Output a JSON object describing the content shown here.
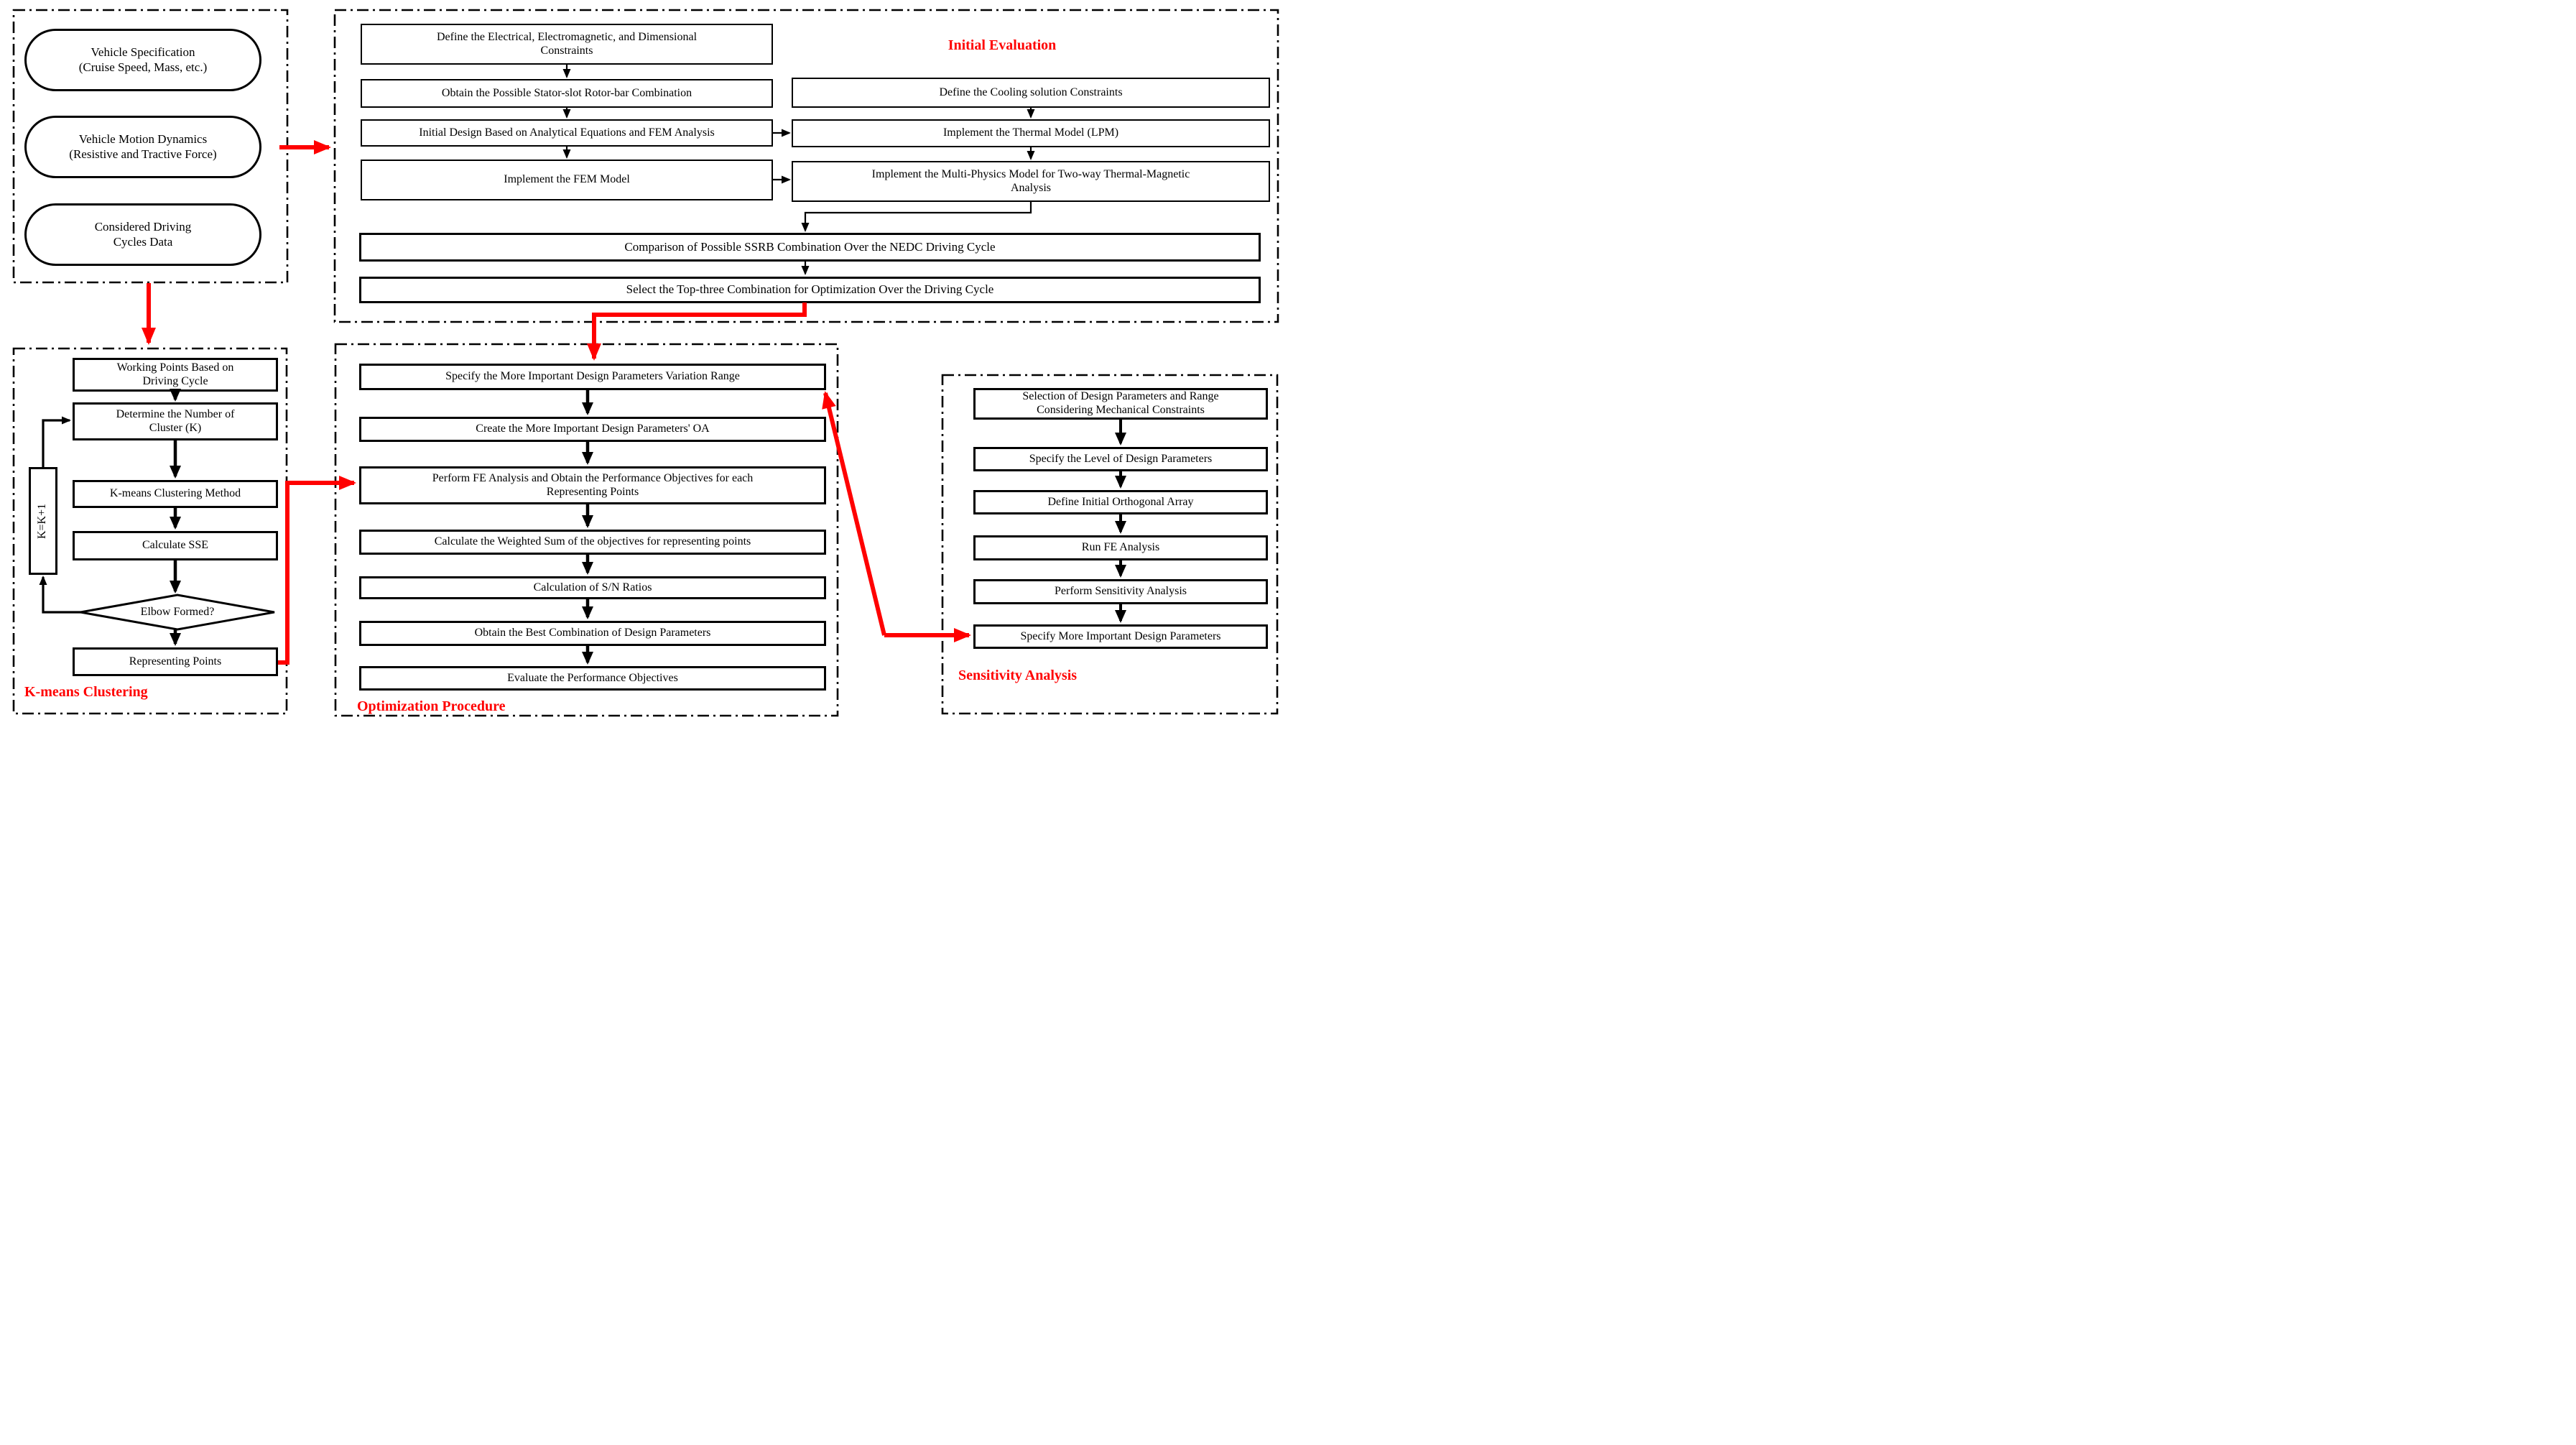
{
  "figure": {
    "type": "flowchart",
    "description": "Electric machine design workflow flowchart"
  },
  "colors": {
    "accent": "#ff0000",
    "line": "#000000",
    "background": "#ffffff"
  },
  "input_section": {
    "boxes": [
      "Vehicle Specification\n(Cruise Speed, Mass, etc.)",
      "Vehicle Motion Dynamics\n(Resistive and Tractive Force)",
      "Considered Driving\nCycles Data"
    ]
  },
  "initial_evaluation": {
    "title": "Initial Evaluation",
    "left_boxes": [
      "Define the Electrical, Electromagnetic, and Dimensional\nConstraints",
      "Obtain the Possible Stator-slot Rotor-bar Combination",
      "Initial Design Based on Analytical Equations and FEM Analysis",
      "Implement the FEM Model"
    ],
    "right_boxes": [
      "Define the Cooling solution Constraints",
      "Implement the Thermal Model (LPM)",
      "Implement the Multi-Physics Model for Two-way Thermal-Magnetic\nAnalysis"
    ],
    "wide_boxes": [
      "Comparison of Possible SSRB Combination Over the NEDC Driving Cycle",
      "Select the Top-three Combination for Optimization Over the Driving Cycle"
    ]
  },
  "kmeans": {
    "title": "K-means Clustering",
    "boxes": [
      "Working Points Based on\nDriving Cycle",
      "Determine the Number of\nCluster (K)",
      "K-means Clustering Method",
      "Calculate SSE",
      "Representing Points"
    ],
    "decision": "Elbow Formed?",
    "loop_label": "K=K+1"
  },
  "optimization": {
    "title": "Optimization Procedure",
    "boxes": [
      "Specify the More Important Design Parameters Variation Range",
      "Create the More Important Design Parameters' OA",
      "Perform FE Analysis and Obtain the Performance Objectives for each\nRepresenting Points",
      "Calculate the Weighted Sum of the objectives for representing points",
      "Calculation of S/N Ratios",
      "Obtain the Best Combination of Design Parameters",
      "Evaluate the Performance Objectives"
    ]
  },
  "sensitivity": {
    "title": "Sensitivity Analysis",
    "boxes": [
      "Selection of Design Parameters and Range\nConsidering Mechanical Constraints",
      "Specify the Level of Design Parameters",
      "Define Initial Orthogonal Array",
      "Run FE Analysis",
      "Perform Sensitivity Analysis",
      "Specify More Important Design Parameters"
    ]
  }
}
